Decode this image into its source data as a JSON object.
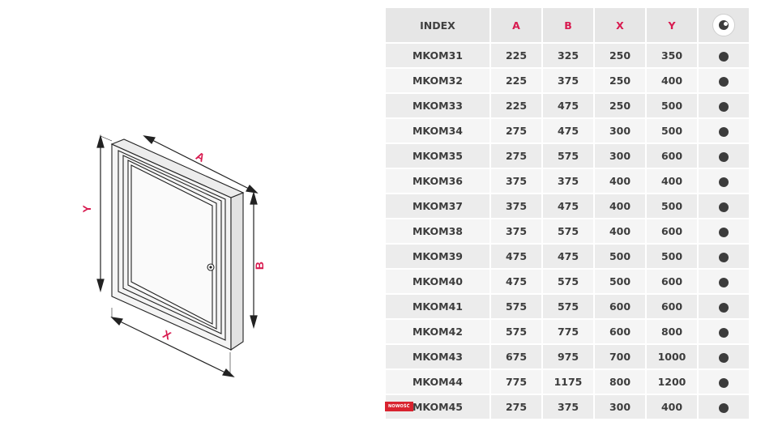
{
  "figure": {
    "labels": {
      "a": "A",
      "b": "B",
      "x": "X",
      "y": "Y"
    },
    "accent_color": "#d81b50",
    "icon": "revision-door-drawing"
  },
  "table": {
    "headers": {
      "index": "INDEX",
      "a": "A",
      "b": "B",
      "x": "X",
      "y": "Y",
      "icon": "lock-icon"
    },
    "rows": [
      {
        "index": "MKOM31",
        "a": "225",
        "b": "325",
        "x": "250",
        "y": "350"
      },
      {
        "index": "MKOM32",
        "a": "225",
        "b": "375",
        "x": "250",
        "y": "400"
      },
      {
        "index": "MKOM33",
        "a": "225",
        "b": "475",
        "x": "250",
        "y": "500"
      },
      {
        "index": "MKOM34",
        "a": "275",
        "b": "475",
        "x": "300",
        "y": "500"
      },
      {
        "index": "MKOM35",
        "a": "275",
        "b": "575",
        "x": "300",
        "y": "600"
      },
      {
        "index": "MKOM36",
        "a": "375",
        "b": "375",
        "x": "400",
        "y": "400"
      },
      {
        "index": "MKOM37",
        "a": "375",
        "b": "475",
        "x": "400",
        "y": "500"
      },
      {
        "index": "MKOM38",
        "a": "375",
        "b": "575",
        "x": "400",
        "y": "600"
      },
      {
        "index": "MKOM39",
        "a": "475",
        "b": "475",
        "x": "500",
        "y": "500"
      },
      {
        "index": "MKOM40",
        "a": "475",
        "b": "575",
        "x": "500",
        "y": "600"
      },
      {
        "index": "MKOM41",
        "a": "575",
        "b": "575",
        "x": "600",
        "y": "600"
      },
      {
        "index": "MKOM42",
        "a": "575",
        "b": "775",
        "x": "600",
        "y": "800"
      },
      {
        "index": "MKOM43",
        "a": "675",
        "b": "975",
        "x": "700",
        "y": "1000"
      },
      {
        "index": "MKOM44",
        "a": "775",
        "b": "1175",
        "x": "800",
        "y": "1200"
      },
      {
        "index": "MKOM45",
        "a": "275",
        "b": "375",
        "x": "300",
        "y": "400",
        "badge": "NOWOŚĆ"
      }
    ]
  }
}
